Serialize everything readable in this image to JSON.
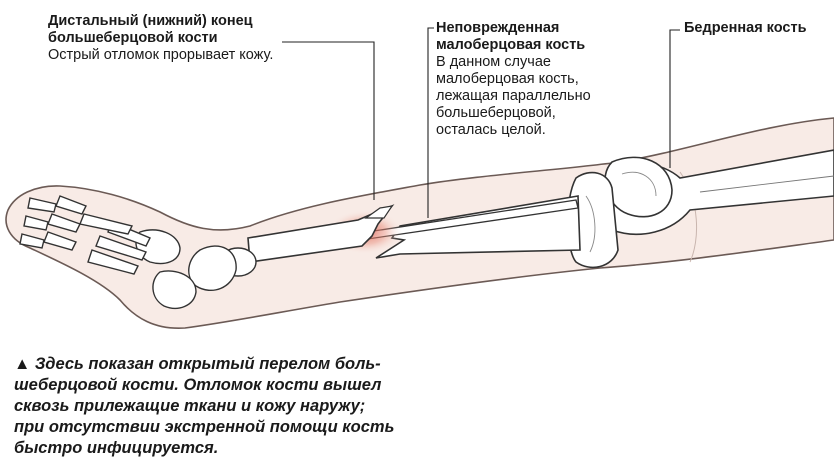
{
  "labels": {
    "tibia": {
      "title_lines": [
        "Дистальный (нижний) конец",
        "большеберцовой кости"
      ],
      "body_lines": [
        "Острый отломок прорывает кожу."
      ]
    },
    "fibula": {
      "title_lines": [
        "Неповрежденная",
        "малоберцовая кость"
      ],
      "body_lines": [
        "В данном случае",
        "малоберцовая кость,",
        "лежащая параллельно",
        "большеберцовой,",
        "осталась целой."
      ]
    },
    "femur": {
      "title_lines": [
        "Бедренная кость"
      ],
      "body_lines": []
    }
  },
  "caption": {
    "lines": [
      "▲ Здесь показан открытый перелом боль-",
      "шеберцовой кости. Отломок кости вышел",
      "сквозь прилежащие ткани и кожу наружу;",
      "при отсутствии экстренной помощи кость",
      "быстро инфицируется."
    ]
  },
  "colors": {
    "skin_fill": "#f8ebe6",
    "skin_stroke": "#6b5a55",
    "bone_fill": "#ffffff",
    "bone_stroke": "#333333",
    "wound": "#d9584a",
    "leader": "#222222"
  }
}
